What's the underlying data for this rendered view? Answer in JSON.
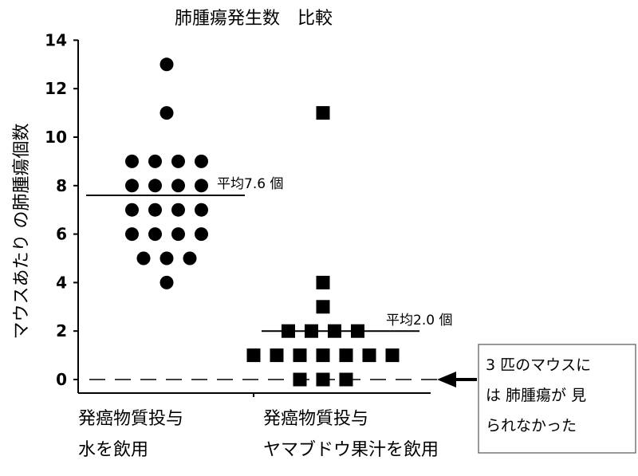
{
  "chart_data": {
    "type": "scatter",
    "title": "肺腫瘍発生数　比較",
    "ylabel": "マウスあたり の肺腫瘍個数",
    "ylim": [
      0,
      14
    ],
    "yticks": [
      0,
      2,
      4,
      6,
      8,
      10,
      12,
      14
    ],
    "grid": false,
    "groups": [
      {
        "label_lines": [
          "発癌物質投与",
          "水を飲用"
        ],
        "marker": "circle",
        "values": [
          13,
          11,
          9,
          9,
          9,
          9,
          8,
          8,
          8,
          8,
          7,
          7,
          7,
          7,
          6,
          6,
          6,
          6,
          5,
          5,
          5,
          4
        ],
        "mean": 7.6,
        "mean_label": "平均7.6 個"
      },
      {
        "label_lines": [
          "発癌物質投与",
          "ヤマブドウ果汁を飲用"
        ],
        "marker": "square",
        "values": [
          11,
          4,
          3,
          2,
          2,
          2,
          2,
          1,
          1,
          1,
          1,
          1,
          1,
          1,
          0,
          0,
          0
        ],
        "mean": 2.0,
        "mean_label": "平均2.0 個"
      }
    ],
    "annotation": {
      "lines": [
        "3 匹のマウスに",
        "は 肺腫瘍が 見",
        "られなかった"
      ]
    },
    "color": "#000000"
  }
}
